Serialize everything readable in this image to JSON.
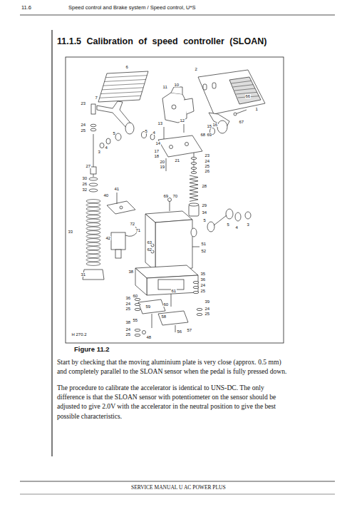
{
  "diagram": {
    "title": "11.1.5 Calibration of speed controller (SLOAN)",
    "caption": "Figure 11.2",
    "labels": [
      "11.6",
      "Speed control and Brake system / Speed control, U*S",
      "6",
      "2",
      "7",
      "11",
      "10",
      "23",
      "66",
      "1",
      "12",
      "13",
      "5",
      "4",
      "15",
      "16",
      "68",
      "69",
      "67",
      "24",
      "25",
      "5",
      "4",
      "3",
      "14",
      "17",
      "18",
      "20",
      "21",
      "19",
      "23",
      "24",
      "25",
      "26",
      "27",
      "28",
      "30",
      "26",
      "32",
      "41",
      "40",
      "70",
      "69",
      "29",
      "34",
      "5",
      "5",
      "4",
      "3",
      "33",
      "72",
      "71",
      "42",
      "63",
      "62",
      "51",
      "52",
      "31",
      "38",
      "35",
      "36",
      "24",
      "25",
      "36",
      "24",
      "25",
      "60",
      "59",
      "61",
      "60",
      "39",
      "24",
      "25",
      "58",
      "55",
      "38",
      "24",
      "25",
      "48",
      "56",
      "57",
      "H 270.2",
      "Start by checking that the moving aluminium plate is very close (approx. 0.5 mm) and completely parallel to the SLOAN sensor when the pedal is fully pressed down.",
      "The procedure to calibrate the accelerator is identical to UNS-DC. The only difference is that the SLOAN sensor with potentiometer on the sensor should be adjusted to give 2.0V with the accelerator in the neutral position to give the best possible characteristics.",
      "SERVICE MANUAL U AC POWER PLUS"
    ]
  }
}
